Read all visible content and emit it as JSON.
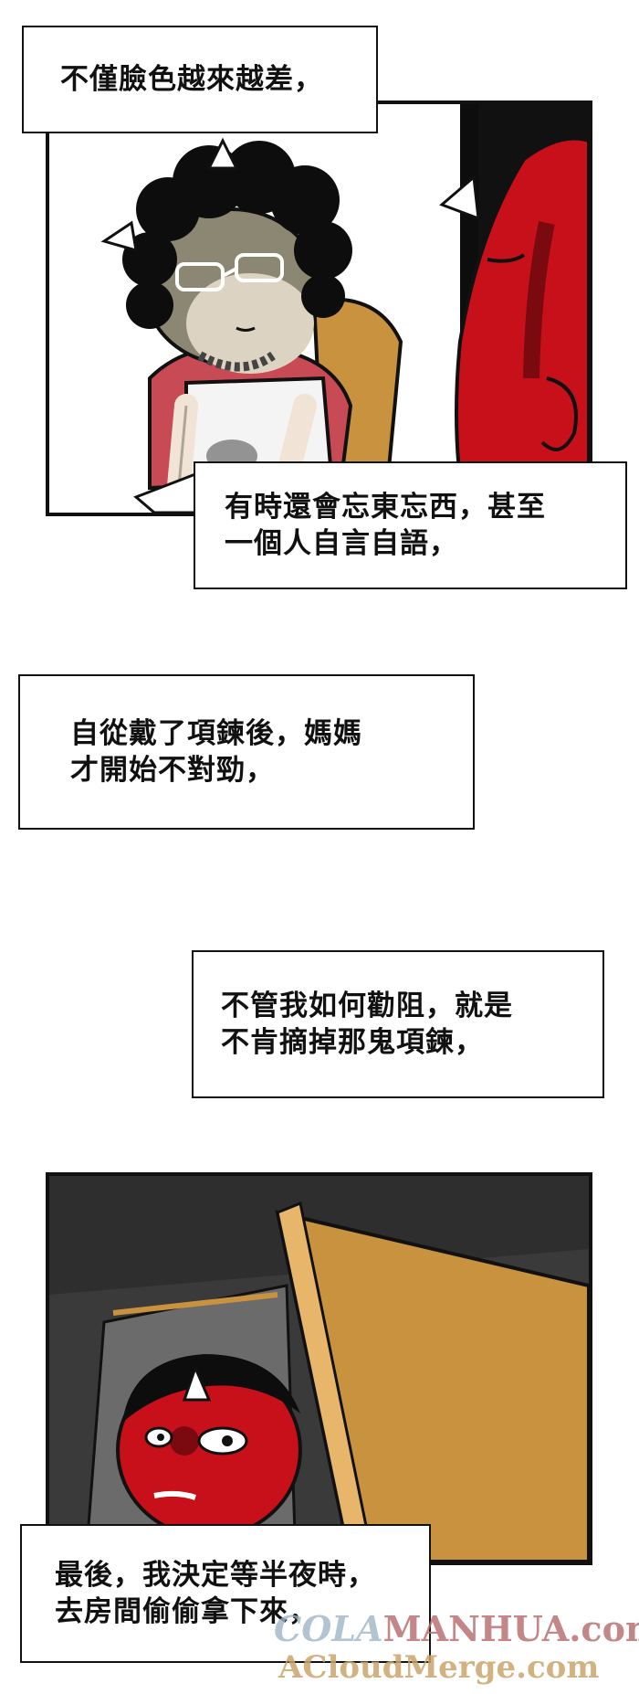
{
  "captions": {
    "c1": "不僅臉色越來越差，",
    "c2": "有時還會忘東忘西，甚至\n一個人自言自語，",
    "c3": "自從戴了項鍊後，媽媽\n才開始不對勁，",
    "c4": "不管我如何勸阻，就是\n不肯摘掉那鬼項鍊，",
    "c5": "最後，我決定等半夜時，\n去房間偷偷拿下來，"
  },
  "watermark": {
    "line1_prefix": "COLA",
    "line1_main": "MANHUA",
    "line1_suffix": ".com",
    "line2": "ACloudMerge.com"
  },
  "colors": {
    "red": "#c8101a",
    "gold": "#c9923f",
    "dark": "#3a3a3a"
  }
}
